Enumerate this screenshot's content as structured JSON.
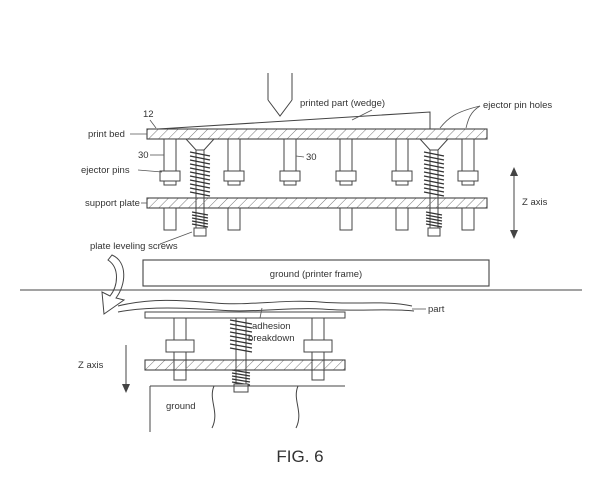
{
  "figure": {
    "caption": "FIG. 6",
    "labels": {
      "printed_part": "printed part (wedge)",
      "ejector_pin_holes": "ejector pin holes",
      "print_bed": "print bed",
      "ejector_pins": "ejector pins",
      "support_plate": "support plate",
      "plate_leveling_screws": "plate leveling screws",
      "z_axis_top": "Z axis",
      "ground_printer_frame": "ground (printer frame)",
      "part": "part",
      "adhesion_breakdown_line1": "adhesion",
      "adhesion_breakdown_line2": "breakdown",
      "z_axis_bottom": "Z axis",
      "ground": "ground"
    },
    "reference_numerals": {
      "ref_12": "12",
      "ref_30_left": "30",
      "ref_30_mid": "30"
    }
  }
}
